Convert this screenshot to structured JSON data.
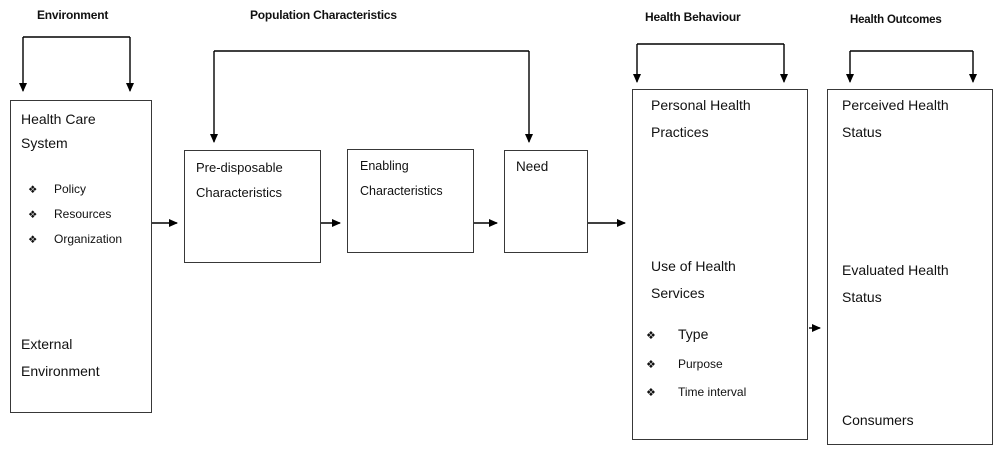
{
  "section_labels": {
    "environment": "Environment",
    "population_characteristics": "Population Characteristics",
    "health_behaviour": "Health Behaviour",
    "health_outcomes": "Health Outcomes"
  },
  "bullet_icon": "❖",
  "boxes": {
    "health_care_system": {
      "title": [
        "Health Care",
        "System"
      ],
      "bullets": [
        "Policy",
        "Resources",
        "Organization"
      ],
      "footer": [
        "External",
        "Environment"
      ]
    },
    "predisposable": {
      "lines": [
        "Pre-disposable",
        "Characteristics"
      ]
    },
    "enabling": {
      "lines": [
        "Enabling",
        "Characteristics"
      ]
    },
    "need": {
      "label": "Need"
    },
    "health_behaviour": {
      "top": [
        "Personal Health",
        "Practices"
      ],
      "middle": [
        "Use of Health",
        "Services"
      ],
      "bullets": [
        "Type",
        "Purpose",
        "Time interval"
      ]
    },
    "health_outcomes": {
      "top": [
        "Perceived Health",
        "Status"
      ],
      "middle": [
        "Evaluated Health",
        "Status"
      ],
      "bottom": "Consumers"
    }
  },
  "colors": {
    "background": "#ffffff",
    "box_border": "#383838",
    "connector": "#000000",
    "text": "#111111"
  }
}
